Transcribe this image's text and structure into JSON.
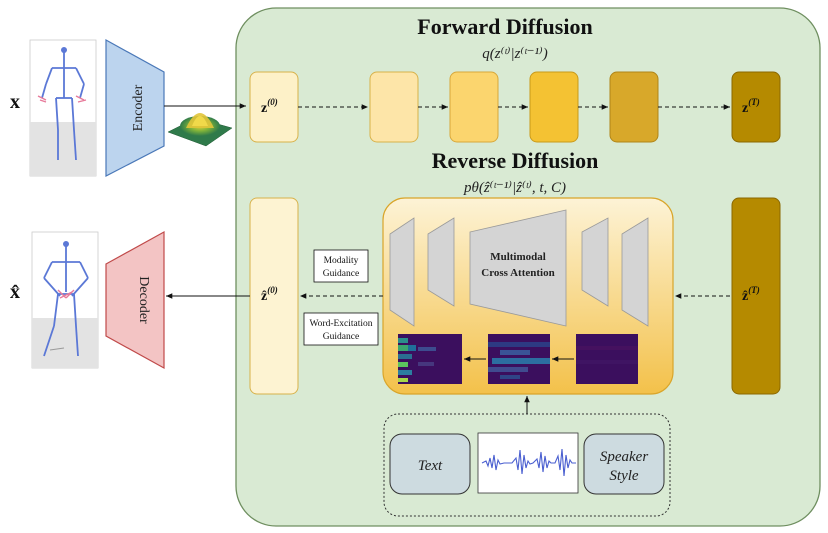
{
  "forward": {
    "title": "Forward Diffusion",
    "formula": "q(z⁽ᵗ⁾|z⁽ᵗ⁻¹⁾)"
  },
  "reverse": {
    "title": "Reverse Diffusion",
    "formula": "pθ(ẑ⁽ᵗ⁻¹⁾|ẑ⁽ᵗ⁾, t, C)"
  },
  "input_symbol": "x",
  "output_symbol": "x̂",
  "encoder_label": "Encoder",
  "decoder_label": "Decoder",
  "latents": {
    "z0": {
      "base": "z",
      "sup": "(0)"
    },
    "zT": {
      "base": "z",
      "sup": "(T)"
    },
    "zhat0": {
      "base": "ẑ",
      "sup": "(0)"
    },
    "zhatT": {
      "base": "ẑ",
      "sup": "(T)"
    }
  },
  "attention": {
    "line1": "Multimodal",
    "line2": "Cross Attention"
  },
  "guidance": {
    "modality": {
      "line1": "Modality",
      "line2": "Guidance"
    },
    "word": {
      "line1": "Word-Excitation",
      "line2": "Guidance"
    }
  },
  "inputs": {
    "text": "Text",
    "speaker_line1": "Speaker",
    "speaker_line2": "Style"
  },
  "colors": {
    "panel": "#d9ead3",
    "panel_border": "#7a9a6a",
    "encoder": "#bcd4ee",
    "decoder": "#f3c4c4",
    "latent_start": "#fdf1c8",
    "latent_end": "#b58a00",
    "attn_bg": "#f6cc5c",
    "heatmap": "#3b0f5e"
  }
}
